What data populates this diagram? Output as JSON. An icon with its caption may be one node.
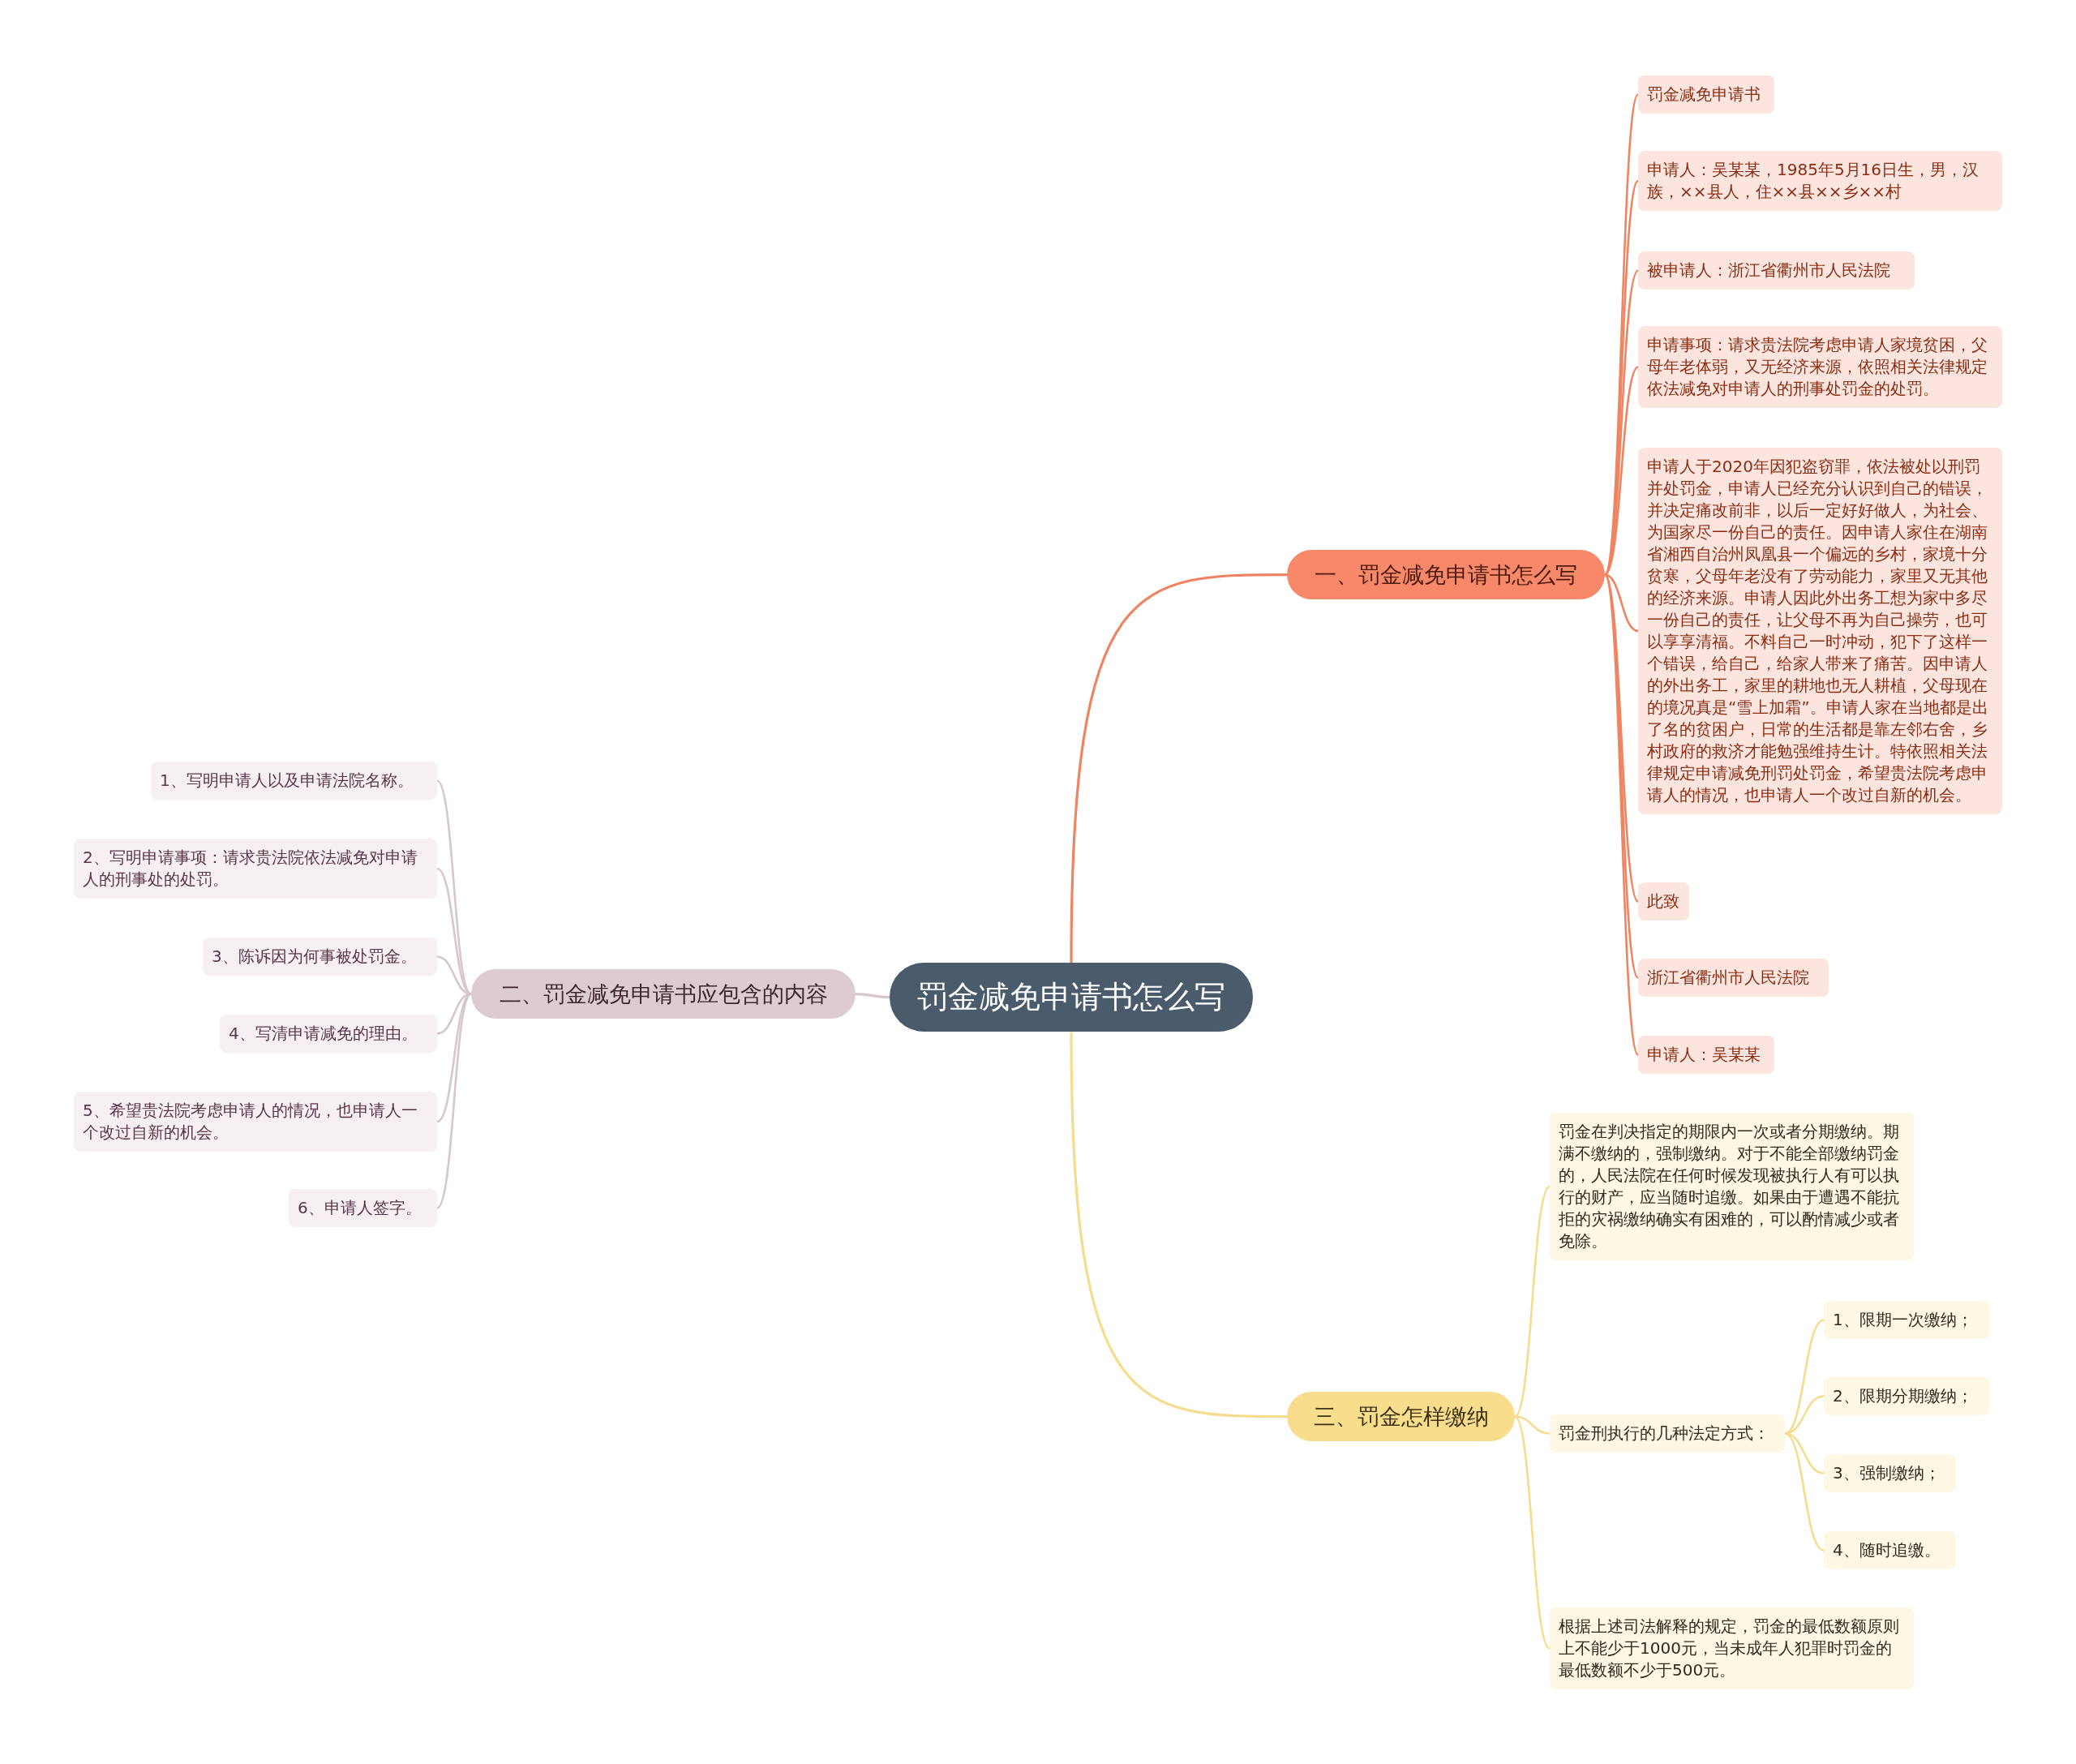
{
  "diagram": {
    "nodes": [
      {
        "text": [
          "罚金减免申请书怎么写"
        ]
      },
      {
        "text": [
          "一、罚金减免申请书怎么写"
        ]
      },
      {
        "text": [
          "罚金减免申请书"
        ]
      },
      {
        "text": [
          "申请人：吴某某，1985年5月16日生，男，汉族，××县人，住××县××乡××村"
        ]
      },
      {
        "text": [
          "被申请人：浙江省衢州市人民法院"
        ]
      },
      {
        "text": [
          "申请事项：请求贵法院考虑申请人家境贫困，父母年老体弱，又无经济来源，依照相关法律规定依法减免对申请人的刑事处罚金的处罚。"
        ]
      },
      {
        "text": [
          "申请人于2020年因犯盗窃罪，依法被处以刑罚并处罚金，申请人已经充分认识到自己的错误，并决定痛改前非，以后一定好好做人，为社会、为国家尽一份自己的责任。因申请人家住在湖南省湘西自治州凤凰县一个偏远的乡村，家境十分贫寒，父母年老没有了劳动能力，家里又无其他的经济来源。申请人因此外出务工想为家中多尽一份自己的责任，让父母不再为自己操劳，也可以享享清福。不料自己一时冲动，犯下了这样一个错误，给自己，给家人带来了痛苦。因申请人的外出务工，家里的耕地也无人耕植，父母现在的境况真是“雪上加霜”。申请人家在当地都是出了名的贫困户，日常的生活都是靠左邻右舍，乡村政府的救济才能勉强维持生计。特依照相关法律规定申请减免刑罚处罚金，希望贵法院考虑申请人的情况，也申请人一个改过自新的机会。"
        ]
      },
      {
        "text": [
          "此致"
        ]
      },
      {
        "text": [
          "浙江省衢州市人民法院"
        ]
      },
      {
        "text": [
          "申请人：吴某某"
        ]
      },
      {
        "text": [
          "二、罚金减免申请书应包含的内容"
        ]
      },
      {
        "text": [
          "1、写明申请人以及申请法院名称。"
        ]
      },
      {
        "text": [
          "2、写明申请事项：请求贵法院依法减免对申请人的刑事处的处罚。"
        ]
      },
      {
        "text": [
          "3、陈诉因为何事被处罚金。"
        ]
      },
      {
        "text": [
          "4、写清申请减免的理由。"
        ]
      },
      {
        "text": [
          "5、希望贵法院考虑申请人的情况，也申请人一个改过自新的机会。"
        ]
      },
      {
        "text": [
          "6、申请人签字。"
        ]
      },
      {
        "text": [
          "三、罚金怎样缴纳"
        ]
      },
      {
        "text": [
          "罚金在判决指定的期限内一次或者分期缴纳。期满不缴纳的，强制缴纳。对于不能全部缴纳罚金的，人民法院在任何时候发现被执行人有可以执行的财产，应当随时追缴。如果由于遭遇不能抗拒的灾祸缴纳确实有困难的，可以酌情减少或者免除。"
        ]
      },
      {
        "text": [
          "罚金刑执行的几种法定方式："
        ]
      },
      {
        "text": [
          "1、限期一次缴纳；"
        ]
      },
      {
        "text": [
          "2、限期分期缴纳；"
        ]
      },
      {
        "text": [
          "3、强制缴纳；"
        ]
      },
      {
        "text": [
          "4、随时追缴。"
        ]
      },
      {
        "text": [
          "根据上述司法解释的规定，罚金的最低数额原则上不能少于1000元，当未成年人犯罪时罚金的最低数额不少于500元。"
        ]
      }
    ],
    "edges": [
      {
        "from": 0,
        "to": 1,
        "arrow": "none",
        "color": "#ef8462"
      },
      {
        "from": 1,
        "to": 2,
        "arrow": "none",
        "color": "#ef8462"
      },
      {
        "from": 1,
        "to": 3,
        "arrow": "none",
        "color": "#ef8462"
      },
      {
        "from": 1,
        "to": 4,
        "arrow": "none",
        "color": "#ef8462"
      },
      {
        "from": 1,
        "to": 5,
        "arrow": "none",
        "color": "#ef8462"
      },
      {
        "from": 1,
        "to": 6,
        "arrow": "none",
        "color": "#ef8462"
      },
      {
        "from": 1,
        "to": 7,
        "arrow": "none",
        "color": "#ef8462"
      },
      {
        "from": 1,
        "to": 8,
        "arrow": "none",
        "color": "#ef8462"
      },
      {
        "from": 1,
        "to": 9,
        "arrow": "none",
        "color": "#ef8462"
      },
      {
        "from": 0,
        "to": 10,
        "arrow": "none",
        "color": "#d8c6ce"
      },
      {
        "from": 10,
        "to": 11,
        "arrow": "none",
        "color": "#d8c6ce"
      },
      {
        "from": 10,
        "to": 12,
        "arrow": "none",
        "color": "#d8c6ce"
      },
      {
        "from": 10,
        "to": 13,
        "arrow": "none",
        "color": "#d8c6ce"
      },
      {
        "from": 10,
        "to": 14,
        "arrow": "none",
        "color": "#d8c6ce"
      },
      {
        "from": 10,
        "to": 15,
        "arrow": "none",
        "color": "#d8c6ce"
      },
      {
        "from": 10,
        "to": 16,
        "arrow": "none",
        "color": "#d8c6ce"
      },
      {
        "from": 0,
        "to": 17,
        "arrow": "none",
        "color": "#f5dc8e"
      },
      {
        "from": 17,
        "to": 18,
        "arrow": "none",
        "color": "#f5dc8e"
      },
      {
        "from": 17,
        "to": 19,
        "arrow": "none",
        "color": "#f5dc8e"
      },
      {
        "from": 17,
        "to": 24,
        "arrow": "none",
        "color": "#f5dc8e"
      },
      {
        "from": 19,
        "to": 20,
        "arrow": "none",
        "color": "#f5dc8e"
      },
      {
        "from": 19,
        "to": 21,
        "arrow": "none",
        "color": "#f5dc8e"
      },
      {
        "from": 19,
        "to": 22,
        "arrow": "none",
        "color": "#f5dc8e"
      },
      {
        "from": 19,
        "to": 23,
        "arrow": "none",
        "color": "#f5dc8e"
      }
    ]
  }
}
